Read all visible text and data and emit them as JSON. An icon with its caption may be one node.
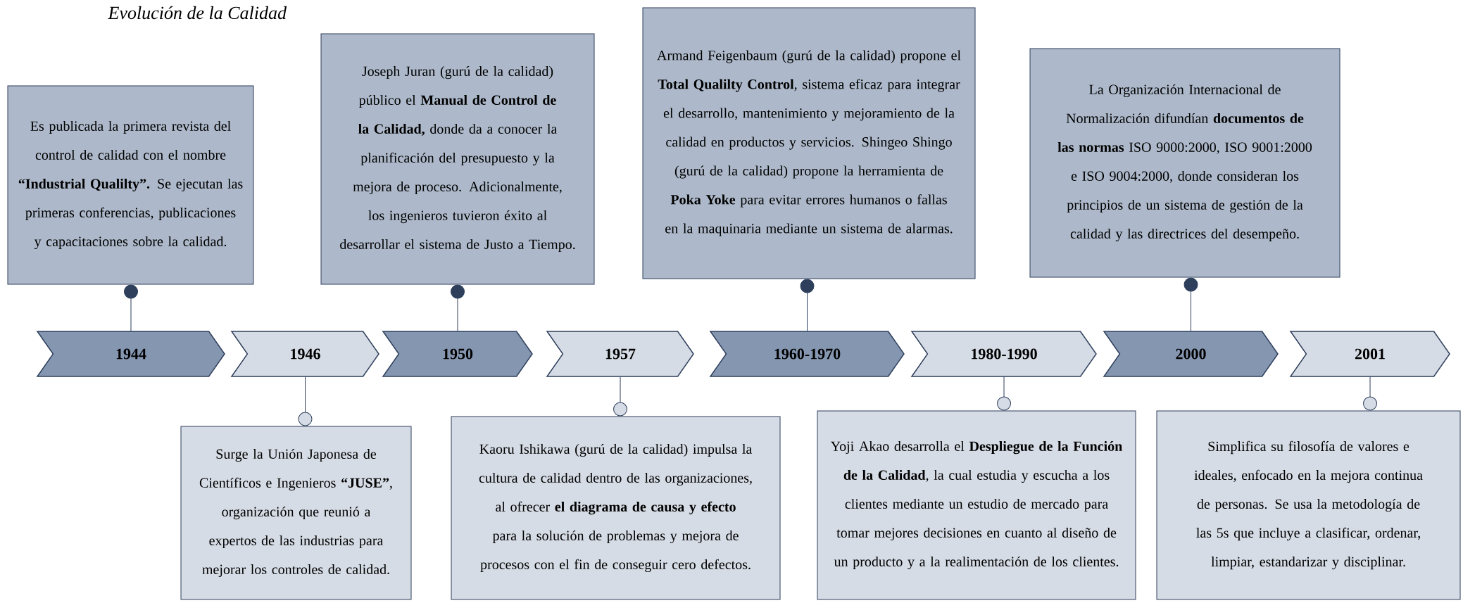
{
  "diagram": {
    "title": "Evolución de la Calidad",
    "nodes": [
      {
        "text": [
          "Es publicada la primera revista del control de calidad con el nombre **“Industrial Qualilty”.** Se ejecutan las primeras conferencias, publicaciones y capacitaciones sobre la calidad."
        ]
      },
      {
        "text": [
          "Surge la Unión Japonesa de Científicos e Ingenieros **“JUSE”**, organización que reunió a expertos de las industrias para mejorar los controles de calidad."
        ]
      },
      {
        "text": [
          "Joseph Juran (gurú de la calidad) público el **Manual de Control de la Calidad,** donde da a conocer la planificación del presupuesto y la mejora de proceso. Adicionalmente, los ingenieros tuvieron éxito al desarrollar el sistema de Justo a Tiempo."
        ]
      },
      {
        "text": [
          "Kaoru Ishikawa (gurú de la calidad) impulsa la cultura de calidad dentro de las organizaciones, al ofrecer **el diagrama de causa y efecto** para la solución de problemas y mejora de procesos con el fin de conseguir cero defectos."
        ]
      },
      {
        "text": [
          "Armand Feigenbaum (gurú de la calidad) propone el **Total Qualilty Control**, sistema eficaz para integrar el desarrollo, mantenimiento y mejoramiento de la calidad en productos y servicios. Shingeo Shingo (gurú de la calidad) propone la herramienta de **Poka Yoke** para evitar errores humanos o fallas en la maquinaria mediante un sistema de alarmas."
        ]
      },
      {
        "text": [
          "Yoji Akao desarrolla el **Despliegue de la Función de la Calidad**, la cual estudia y escucha a los clientes mediante un estudio de mercado para tomar mejores decisiones en cuanto al diseño de un producto y a la realimentación de los clientes."
        ]
      },
      {
        "text": [
          "La Organización Internacional de Normalización difundían **documentos de las normas** ISO 9000:2000, ISO 9001:2000 e ISO 9004:2000, donde consideran los principios de un sistema de gestión de la calidad y las directrices del desempeño."
        ]
      },
      {
        "text": [
          "Simplifica su filosofía de valores e ideales, enfocado en la mejora continua de personas. Se usa la metodología de las 5s que incluye a clasificar, ordenar, limpiar, estandarizar y disciplinar."
        ]
      },
      {
        "text": [
          "1944"
        ]
      },
      {
        "text": [
          "1946"
        ]
      },
      {
        "text": [
          "1950"
        ]
      },
      {
        "text": [
          "1957"
        ]
      },
      {
        "text": [
          "1960-1970"
        ]
      },
      {
        "text": [
          "1980-1990"
        ]
      },
      {
        "text": [
          "2000"
        ]
      },
      {
        "text": [
          "2001"
        ]
      }
    ],
    "edges": [
      {
        "from": 8,
        "to": 0,
        "arrow": "other"
      },
      {
        "from": 9,
        "to": 1,
        "arrow": "other"
      },
      {
        "from": 10,
        "to": 2,
        "arrow": "other"
      },
      {
        "from": 11,
        "to": 3,
        "arrow": "other"
      },
      {
        "from": 12,
        "to": 4,
        "arrow": "other"
      },
      {
        "from": 13,
        "to": 5,
        "arrow": "other"
      },
      {
        "from": 14,
        "to": 6,
        "arrow": "other"
      },
      {
        "from": 15,
        "to": 7,
        "arrow": "other"
      }
    ]
  }
}
